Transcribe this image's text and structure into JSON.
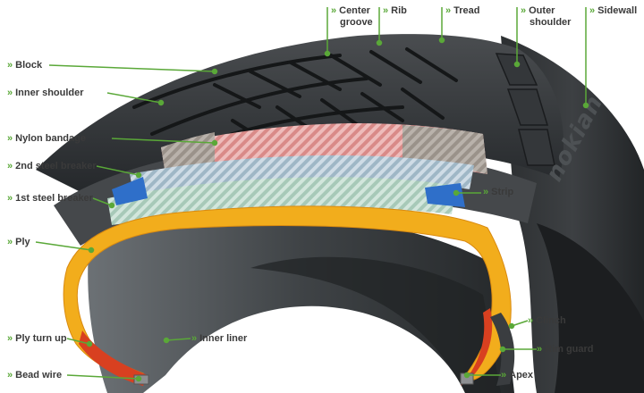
{
  "labels": {
    "block": "Block",
    "inner_shoulder": "Inner shoulder",
    "nylon_bandage": "Nylon bandage",
    "steel_breaker_2": "2nd steel breaker",
    "steel_breaker_1": "1st steel breaker",
    "ply": "Ply",
    "ply_turn_up": "Ply turn up",
    "bead_wire": "Bead wire",
    "inner_liner": "Inner liner",
    "center_groove_1": "Center",
    "center_groove_2": "groove",
    "rib": "Rib",
    "tread": "Tread",
    "outer_shoulder_1": "Outer",
    "outer_shoulder_2": "shoulder",
    "sidewall": "Sidewall",
    "strip": "Strip",
    "clinch": "Clinch",
    "rim_guard": "Rim guard",
    "apex": "Apex"
  },
  "chevron": "»",
  "brand_text": "nokian",
  "colors": {
    "accent_green": "#5aa838",
    "rubber_dark": "#2b2d2e",
    "nylon": "#d98a88",
    "breaker_2": "#9fb7c6",
    "breaker_1": "#a7c9b8",
    "ply": "#f2ad1c",
    "strip": "#2f6fc9"
  }
}
